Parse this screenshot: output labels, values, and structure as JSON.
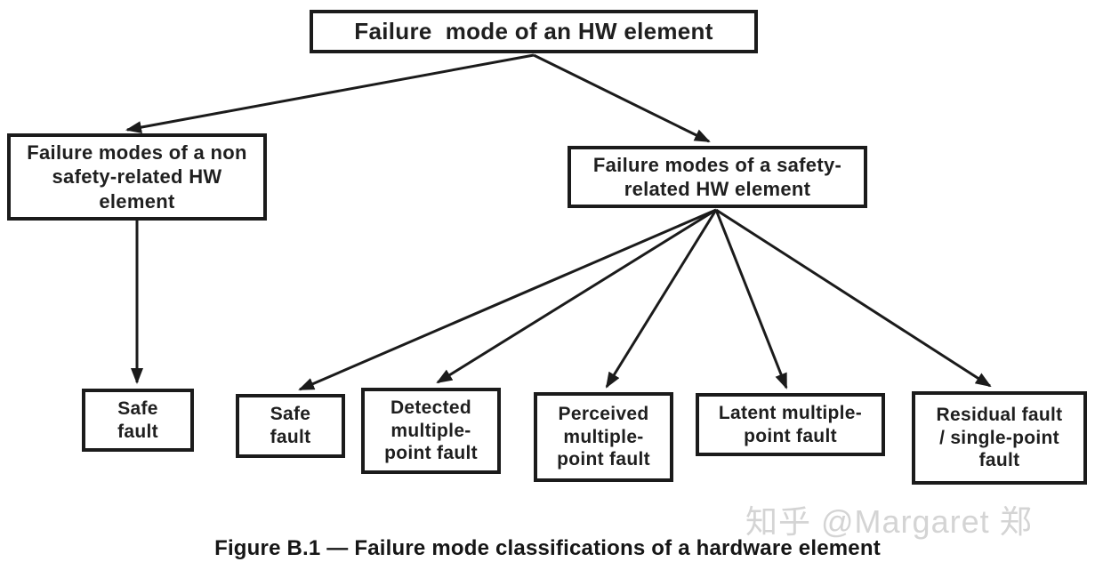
{
  "diagram": {
    "nodes": {
      "root": {
        "label": "Failure  mode of an HW element"
      },
      "non_safety": {
        "label": "Failure modes of a non\nsafety-related HW\nelement"
      },
      "safety": {
        "label": "Failure modes of a safety-\nrelated HW element"
      },
      "safe_fault_non": {
        "label": "Safe\nfault"
      },
      "safe_fault_safety": {
        "label": "Safe\nfault"
      },
      "detected_mpf": {
        "label": "Detected\nmultiple-\npoint fault"
      },
      "perceived_mpf": {
        "label": "Perceived\nmultiple-\npoint fault"
      },
      "latent_mpf": {
        "label": "Latent multiple-\npoint fault"
      },
      "residual_spf": {
        "label": "Residual fault\n/ single-point\nfault"
      }
    },
    "edges": [
      {
        "from": "root",
        "to": "non_safety"
      },
      {
        "from": "root",
        "to": "safety"
      },
      {
        "from": "non_safety",
        "to": "safe_fault_non"
      },
      {
        "from": "safety",
        "to": "safe_fault_safety"
      },
      {
        "from": "safety",
        "to": "detected_mpf"
      },
      {
        "from": "safety",
        "to": "perceived_mpf"
      },
      {
        "from": "safety",
        "to": "latent_mpf"
      },
      {
        "from": "safety",
        "to": "residual_spf"
      }
    ]
  },
  "caption": "Figure B.1 — Failure mode classifications of a hardware element",
  "watermark": "知乎 @Margaret 郑",
  "colors": {
    "ink": "#1b1b1b",
    "background": "#ffffff",
    "watermark": "#d4d4d4"
  }
}
